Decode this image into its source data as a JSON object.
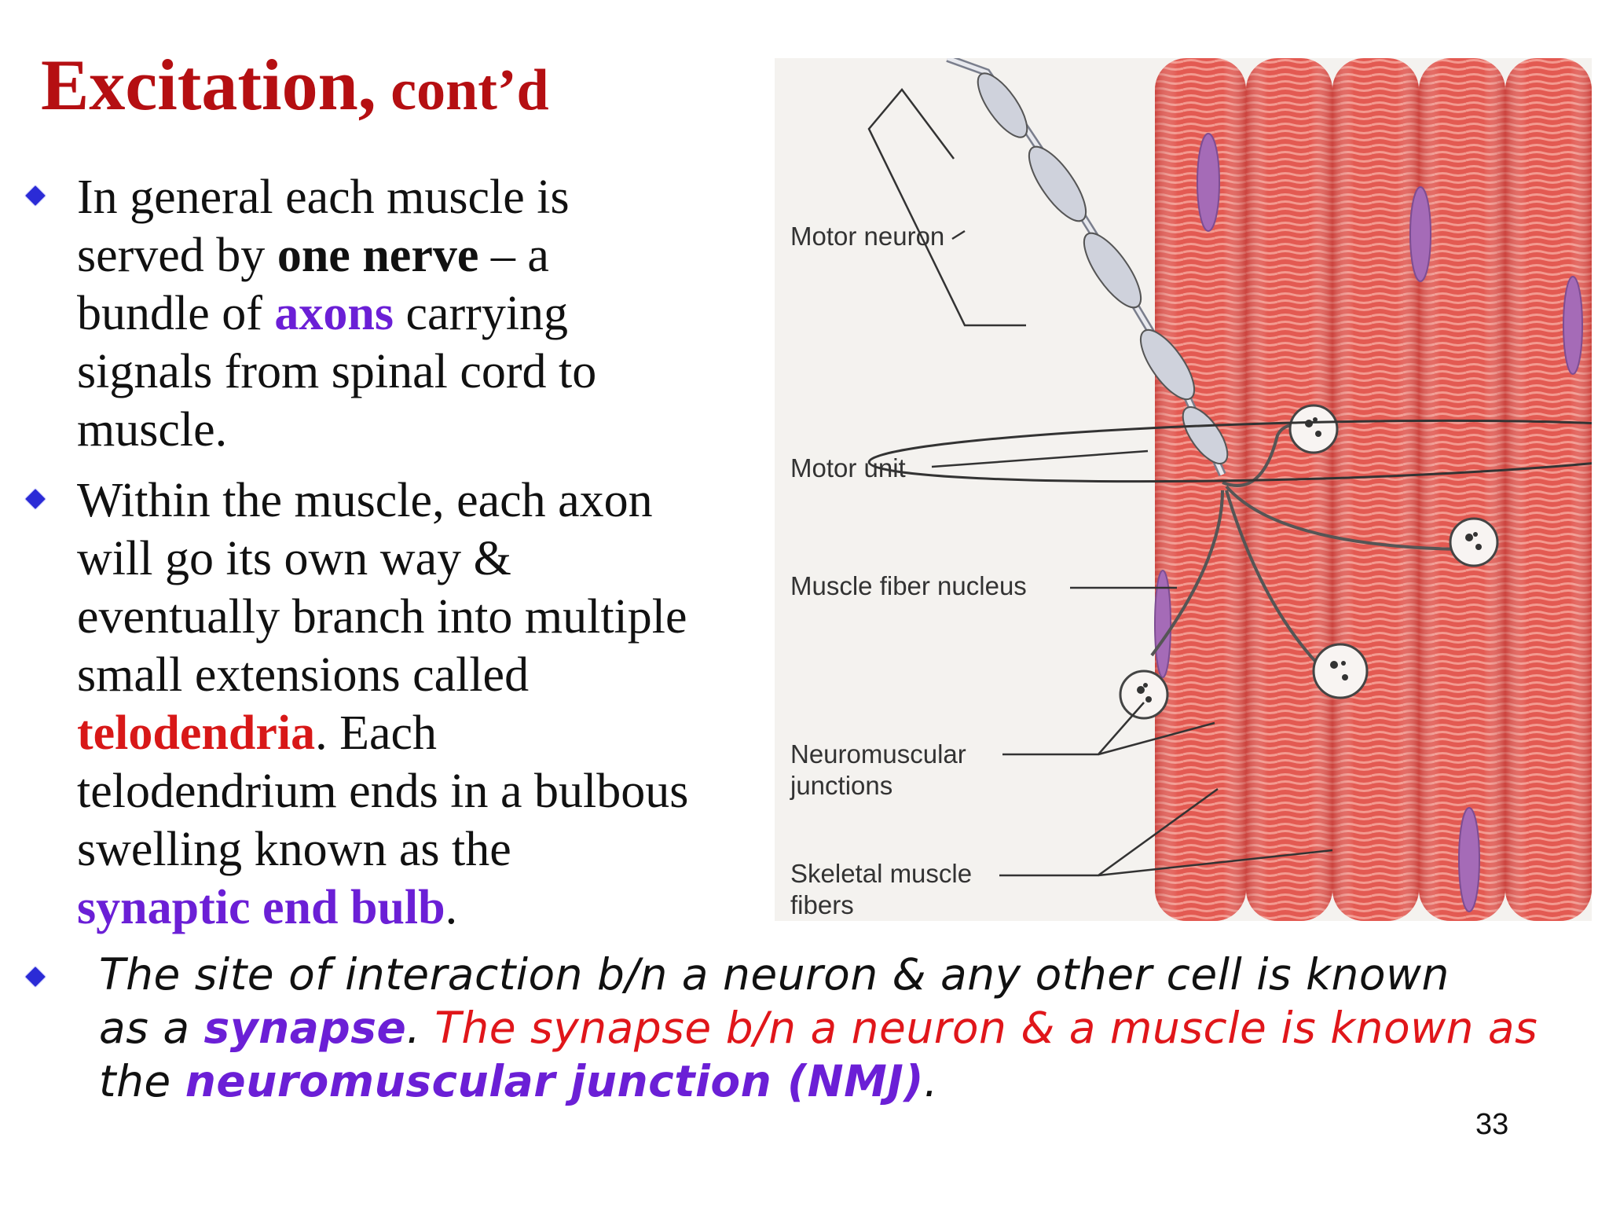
{
  "title": {
    "main": "Excitation,",
    "sub": " cont’d"
  },
  "bullet1": {
    "t1": "In general each muscle is",
    "t2": "served by ",
    "t3": "one nerve",
    "t4": " – a",
    "t5": "bundle of ",
    "t6": "axons",
    "t7": " carrying",
    "t8": "signals from spinal cord to",
    "t9": "muscle."
  },
  "bullet2": {
    "t1": "Within the muscle, each axon",
    "t2": "will go its own way &",
    "t3": "eventually branch into multiple",
    "t4": "small extensions called",
    "t5": "telodendria",
    "t6": ". Each",
    "t7": "telodendrium ends in a bulbous",
    "t8": "swelling known as the",
    "t9": "synaptic end bulb",
    "t10": "."
  },
  "bullet3": {
    "t1": "The site of interaction b/n a neuron & any other cell is known",
    "t2": "as a ",
    "t3": "synapse",
    "t4": ". ",
    "t5": "The synapse b/n a neuron & a muscle is known as",
    "t6": "the ",
    "t7": "neuromuscular junction (NMJ)",
    "t8": "."
  },
  "figure": {
    "labels": {
      "motor_neuron": "Motor neuron",
      "motor_unit": "Motor unit",
      "muscle_fiber_nucleus": "Muscle fiber nucleus",
      "nmj_1": "Neuromuscular",
      "nmj_2": "junctions",
      "skeletal_1": "Skeletal muscle",
      "skeletal_2": "fibers"
    }
  },
  "page_number": "33",
  "colors": {
    "title": "#b50f12",
    "purple": "#6b1fd6",
    "red": "#d81818",
    "bullet": "#2b2bd6",
    "muscle": "#e0524c"
  }
}
